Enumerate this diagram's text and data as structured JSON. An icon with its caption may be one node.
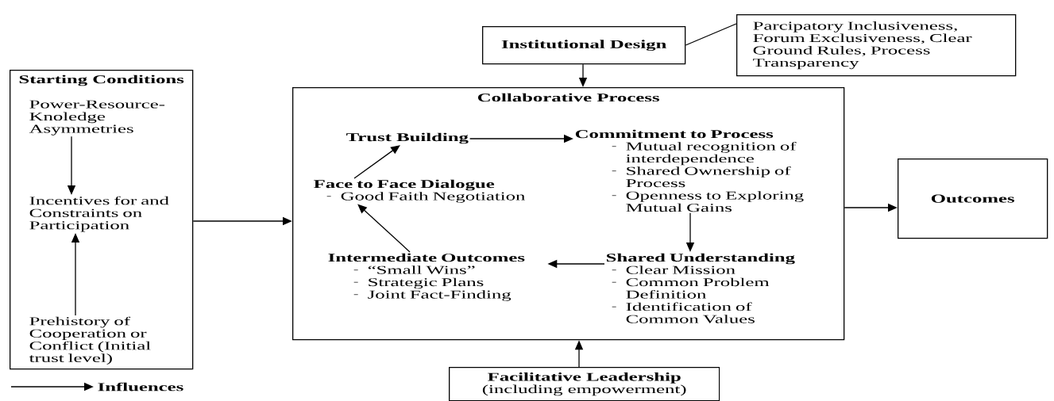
{
  "diagram": {
    "nodes": [
      {
        "text": [
          "Institutional Design"
        ]
      },
      {
        "text": [
          "Parcipatory Inclusiveness, Forum Exclusiveness, Clear Ground Rules, Process Transparency"
        ]
      },
      {
        "text": [
          "Starting Conditions"
        ]
      },
      {
        "text": [
          "Power-Resource-Knoledge Asymmetries"
        ],
        "in": 2
      },
      {
        "text": [
          "Incentives for and Constraints on Participation"
        ],
        "in": 2
      },
      {
        "text": [
          "Prehistory of Cooperation or Conflict (Initial trust level)"
        ],
        "in": 2
      },
      {
        "text": [
          "Collaborative Process"
        ]
      },
      {
        "text": [
          "Trust Building"
        ],
        "in": 6
      },
      {
        "text": [
          "Commitment to Process",
          "Mutual recognition of interdependence",
          "Shared Ownership of Process",
          "Openness to Exploring Mutual Gains"
        ],
        "in": 6
      },
      {
        "text": [
          "Face to Face Dialogue",
          "Good Faith Negotiation"
        ],
        "in": 6
      },
      {
        "text": [
          "Intermediate Outcomes",
          "“Small Wins”",
          "Strategic Plans",
          "Joint Fact-Finding"
        ],
        "in": 6
      },
      {
        "text": [
          "Shared Understanding",
          "Clear Mission",
          "Common Problem Definition",
          "Identification of Common Values"
        ],
        "in": 6
      },
      {
        "text": [
          "Outcomes"
        ]
      },
      {
        "text": [
          "Facilitative Leadership",
          "(including empowerment)"
        ]
      }
    ],
    "edges": [
      {
        "from": 0,
        "to": 6,
        "arrow": "to"
      },
      {
        "from": 0,
        "to": 1,
        "arrow": "none"
      },
      {
        "from": 3,
        "to": 4,
        "arrow": "to"
      },
      {
        "from": 5,
        "to": 4,
        "arrow": "to"
      },
      {
        "from": 2,
        "to": 6,
        "arrow": "to"
      },
      {
        "from": 9,
        "to": 7,
        "arrow": "to"
      },
      {
        "from": 7,
        "to": 8,
        "arrow": "to"
      },
      {
        "from": 8,
        "to": 11,
        "arrow": "to"
      },
      {
        "from": 11,
        "to": 10,
        "arrow": "to"
      },
      {
        "from": 10,
        "to": 9,
        "arrow": "to"
      },
      {
        "from": 6,
        "to": 12,
        "arrow": "to"
      },
      {
        "from": 13,
        "to": 6,
        "arrow": "to"
      }
    ],
    "legend": [
      {
        "text": "Influences"
      }
    ]
  }
}
